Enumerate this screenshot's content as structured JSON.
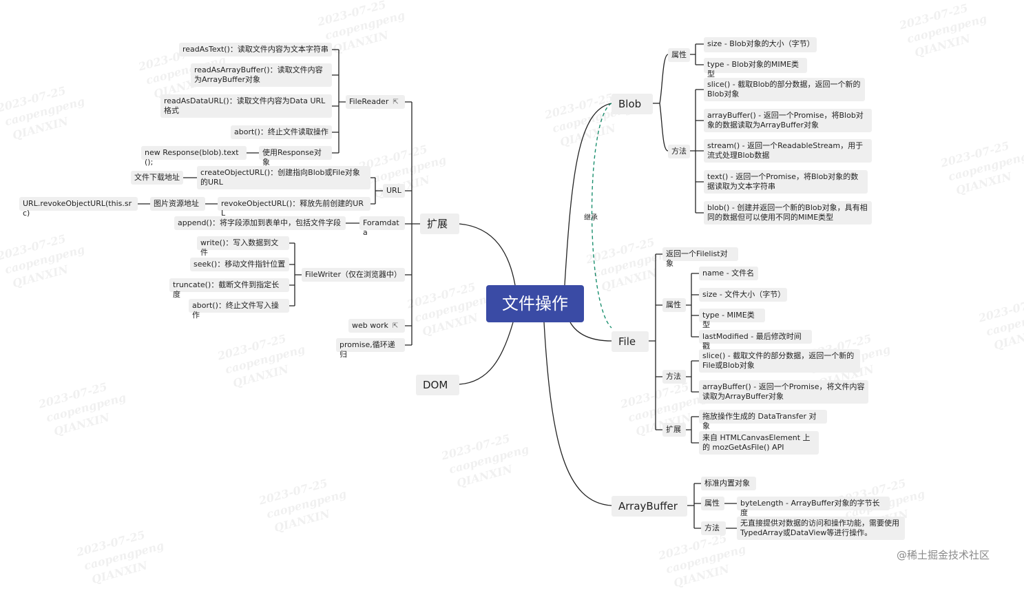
{
  "root": {
    "label": "文件操作"
  },
  "edge_label": "继承",
  "footer": "@稀土掘金技术社区",
  "blob": {
    "label": "Blob",
    "props_label": "属性",
    "props": [
      "size - Blob对象的大小（字节）",
      "type - Blob对象的MIME类型"
    ],
    "methods_label": "方法",
    "methods": [
      "slice() - 截取Blob的部分数据，返回一个新的Blob对象",
      "arrayBuffer() - 返回一个Promise，将Blob对象的数据读取为ArrayBuffer对象",
      "stream() - 返回一个ReadableStream，用于流式处理Blob数据",
      "text() - 返回一个Promise，将Blob对象的数据读取为文本字符串",
      "blob() - 创建并返回一个新的Blob对象，具有相同的数据但可以使用不同的MIME类型"
    ]
  },
  "file": {
    "label": "File",
    "return_label": "返回一个Filelist对象",
    "props_label": "属性",
    "props": [
      "name - 文件名",
      "size - 文件大小（字节）",
      "type - MIME类型",
      "lastModified - 最后修改时间戳"
    ],
    "methods_label": "方法",
    "methods": [
      "slice() - 截取文件的部分数据，返回一个新的File或Blob对象",
      "arrayBuffer() - 返回一个Promise，将文件内容读取为ArrayBuffer对象"
    ],
    "ext_label": "扩展",
    "ext": [
      "拖放操作生成的 DataTransfer 对象",
      "来自 HTMLCanvasElement 上的 mozGetAsFile() API"
    ]
  },
  "arraybuffer": {
    "label": "ArrayBuffer",
    "std": "标准内置对象",
    "props_label": "属性",
    "prop": "byteLength - ArrayBuffer对象的字节长度",
    "methods_label": "方法",
    "method": "无直接提供对数据的访问和操作功能，需要使用TypedArray或DataView等进行操作。"
  },
  "ext": {
    "label": "扩展",
    "filereader": {
      "label": "FileReader",
      "items": [
        "readAsText()：读取文件内容为文本字符串",
        "readAsArrayBuffer()：读取文件内容为ArrayBuffer对象",
        "readAsDataURL()：读取文件内容为Data URL格式",
        "abort()：终止文件读取操作",
        "使用Response对象"
      ],
      "response_child": "new Response(blob).text();"
    },
    "url": {
      "label": "URL",
      "create": "createObjectURL()：创建指向Blob或File对象的URL",
      "create_child": "文件下载地址",
      "revoke": "revokeObjectURL()：释放先前创建的URL",
      "revoke_child": "图片资源地址",
      "revoke_grandchild": "URL.revokeObjectURL(this.src)"
    },
    "formdata": {
      "label": "Foramdata",
      "child": "append()：将字段添加到表单中，包括文件字段"
    },
    "filewriter": {
      "label": "FileWriter（仅在浏览器中）",
      "items": [
        "write()：写入数据到文件",
        "seek()：移动文件指针位置",
        "truncate()：截断文件到指定长度",
        "abort()：终止文件写入操作"
      ]
    },
    "webwork": "web work",
    "promise": "promise,循环递归"
  },
  "dom": {
    "label": "DOM"
  },
  "watermark": {
    "date": "2023-07-25",
    "user": "caopengpeng",
    "org": "QIANXIN"
  },
  "colors": {
    "root_bg": "#3a4ba5",
    "node_bg": "#efefef",
    "line": "#222222",
    "inherit_edge": "#1a8f6e"
  }
}
